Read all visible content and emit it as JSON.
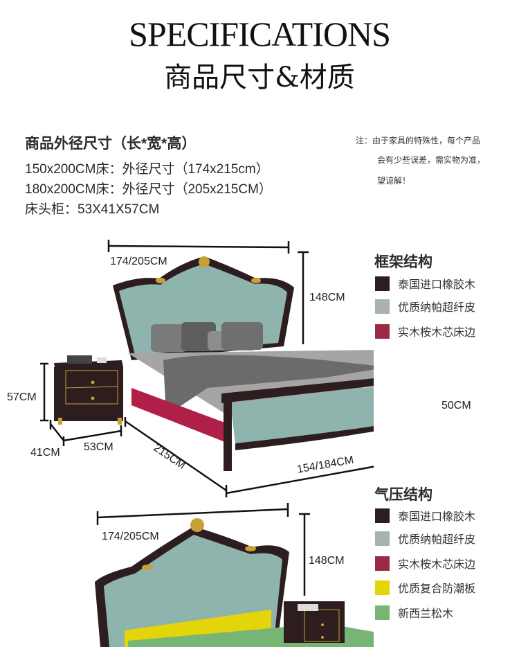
{
  "header": {
    "title_en": "SPECIFICATIONS",
    "title_zh": "商品尺寸&材质"
  },
  "specs": {
    "heading": "商品外径尺寸（长*宽*高）",
    "lines": [
      "150x200CM床：外径尺寸（174x215cm）",
      "180x200CM床：外径尺寸（205x215CM）",
      "床头柜：53X41X57CM"
    ]
  },
  "note": {
    "lines": [
      "注：由于家具的特殊性，每个产品",
      "会有少些误差，需实物为准，",
      "望谅解！"
    ]
  },
  "frame_structure": {
    "title": "框架结构",
    "items": [
      {
        "label": "泰国进口橡胶木",
        "color": "#2d1d1e"
      },
      {
        "label": "优质纳帕超纤皮",
        "color": "#a9b2b0"
      },
      {
        "label": "实木桉木芯床边",
        "color": "#9c2a47"
      }
    ]
  },
  "gas_structure": {
    "title": "气压结构",
    "items": [
      {
        "label": "泰国进口橡胶木",
        "color": "#2d1d1e"
      },
      {
        "label": "优质纳帕超纤皮",
        "color": "#a9b2b0"
      },
      {
        "label": "实木桉木芯床边",
        "color": "#9c2a47"
      },
      {
        "label": "优质复合防潮板",
        "color": "#e4d40a"
      },
      {
        "label": "新西兰松木",
        "color": "#78b574"
      }
    ]
  },
  "dimensions_top": {
    "width": "174/205CM",
    "height": "148CM",
    "nightstand_height": "57CM",
    "nightstand_depth": "41CM",
    "nightstand_width": "53CM",
    "length": "215CM",
    "footboard_width": "154/184CM",
    "footboard_height": "50CM"
  },
  "dimensions_bottom": {
    "width": "174/205CM",
    "height": "148CM"
  },
  "colors": {
    "frame_wood": "#2d1d1e",
    "leather": "#8fb3ad",
    "gold": "#c9a037",
    "bed_side": "#b01f48",
    "board": "#e4d40a",
    "slats": "#78b574",
    "bedding": "#9a9a9a"
  }
}
